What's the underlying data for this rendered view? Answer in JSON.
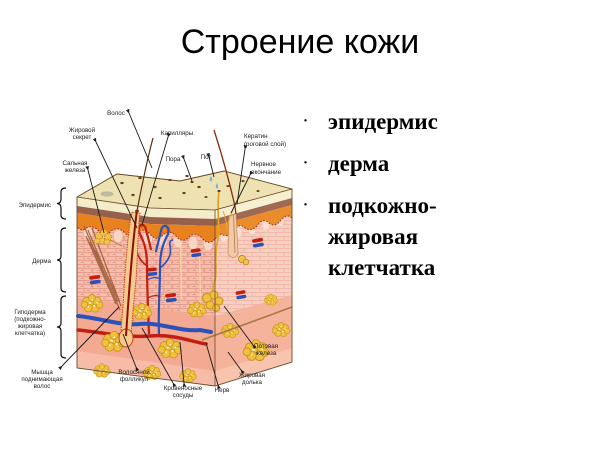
{
  "title": "Строение кожи",
  "bullets": [
    "эпидермис",
    "дерма",
    "подкожно-жировая клетчатка"
  ],
  "diagram": {
    "labels": {
      "hair": "Волос",
      "sebum": [
        "Жировой",
        "секрет"
      ],
      "sebaceous_gland": [
        "Сальная",
        "железа"
      ],
      "capillaries": "Капилляры",
      "pore": "Пора",
      "sweat": "Пот",
      "keratin": [
        "Кератин",
        "(роговой слой)"
      ],
      "nerve_ending": [
        "Нервное",
        "окончание"
      ],
      "epidermis": "Эпидермис",
      "dermis": "Дерма",
      "hypodermis": [
        "Гиподерма",
        "(подкожно-",
        "жировая",
        "клетчатка)"
      ],
      "arrector_muscle": [
        "Мышца",
        "поднимающая",
        "волос"
      ],
      "hair_follicle": [
        "Волосяной",
        "фолликул"
      ],
      "blood_vessels": [
        "Кровеносные",
        "сосуды"
      ],
      "nerve": "Нерв",
      "fat_lobule": [
        "Жировая",
        "долька"
      ],
      "sweat_gland": [
        "Потовая",
        "железа"
      ]
    },
    "colors": {
      "skin_surface": "#eee1b2",
      "epidermis_orange": "#e8821e",
      "dermis_pink": "#f4bead",
      "hypodermis_salmon": "#f3a992",
      "fat_yellow": "#f0c13d",
      "artery_red": "#c41e10",
      "vein_blue": "#2b52b8",
      "nerve_yellow": "#dfa51e"
    }
  }
}
